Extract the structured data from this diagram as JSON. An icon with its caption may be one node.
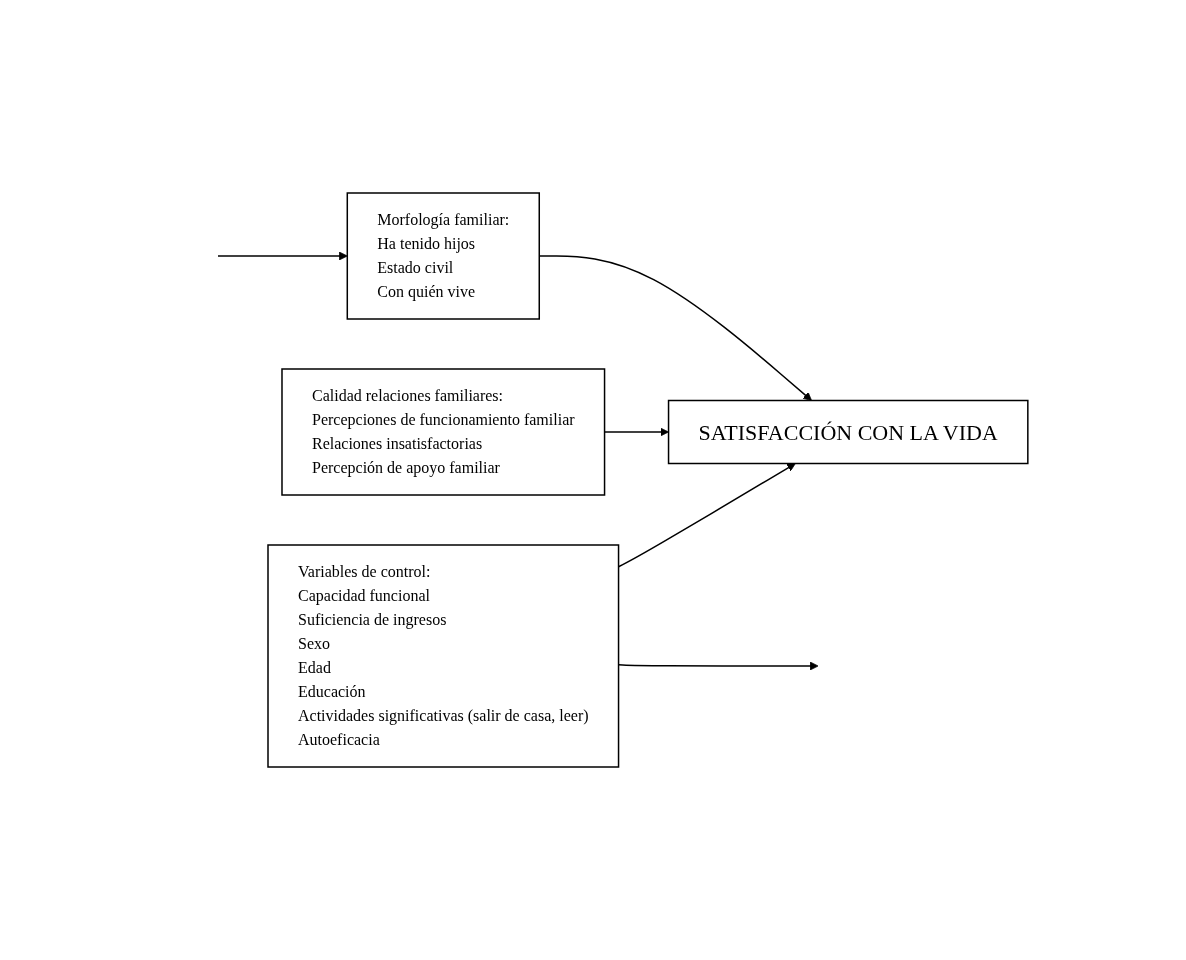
{
  "diagram": {
    "nodes": [
      {
        "text": [
          "Morfología familiar:",
          "Ha tenido hijos",
          "Estado civil",
          "Con quién vive"
        ]
      },
      {
        "text": [
          "Calidad relaciones familiares:",
          "Percepciones de funcionamiento familiar",
          "Relaciones insatisfactorias",
          "Percepción de apoyo familiar"
        ]
      },
      {
        "text": [
          "SATISFACCIÓN CON LA VIDA"
        ]
      },
      {
        "text": [
          "Variables de control:",
          "Capacidad funcional",
          "Suficiencia de ingresos",
          "Sexo",
          "Edad",
          "Educación",
          "Actividades significativas (salir de casa, leer)",
          "Autoeficacia"
        ]
      }
    ],
    "edges": [
      {
        "from": 0,
        "to": 2,
        "arrow": "to"
      },
      {
        "from": 1,
        "to": 2,
        "arrow": "to"
      },
      {
        "from": null,
        "to": 0,
        "arrow": "to"
      },
      {
        "from": 3,
        "to": 2,
        "arrow": "to"
      },
      {
        "from": 3,
        "to": null,
        "arrow": "to"
      }
    ]
  }
}
